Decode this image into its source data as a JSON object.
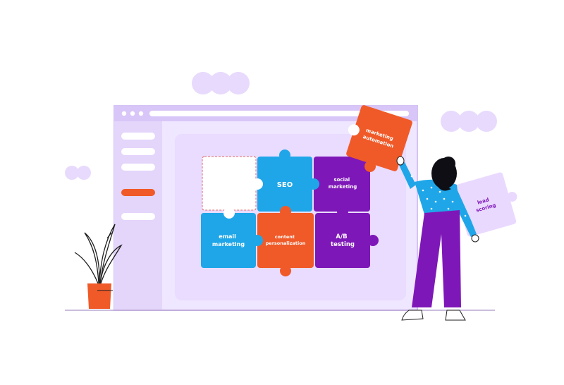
{
  "colors": {
    "window_frame": "#e7d9ff",
    "window_frame_dark": "#d9c6f8",
    "sidebar": "#e4d5fb",
    "panel": "#e9dcff",
    "cloud": "#e8dafd",
    "orange": "#f05a28",
    "blue": "#1fa6e8",
    "purple": "#7e17b8",
    "outline": "#1e1e1e",
    "empty_slot_border": "#e26a6a"
  },
  "puzzle": {
    "seo": "SEO",
    "social": [
      "social",
      "marketing"
    ],
    "email": [
      "email",
      "marketing"
    ],
    "content": [
      "content",
      "personalization"
    ],
    "ab": [
      "A/B",
      "testing"
    ],
    "automation": [
      "marketing",
      "automation"
    ],
    "lead": [
      "lead",
      "scoring"
    ]
  },
  "icons": {
    "window_dots": "three-dots-icon",
    "plant": "potted-plant-icon",
    "person": "woman-figure-icon"
  }
}
